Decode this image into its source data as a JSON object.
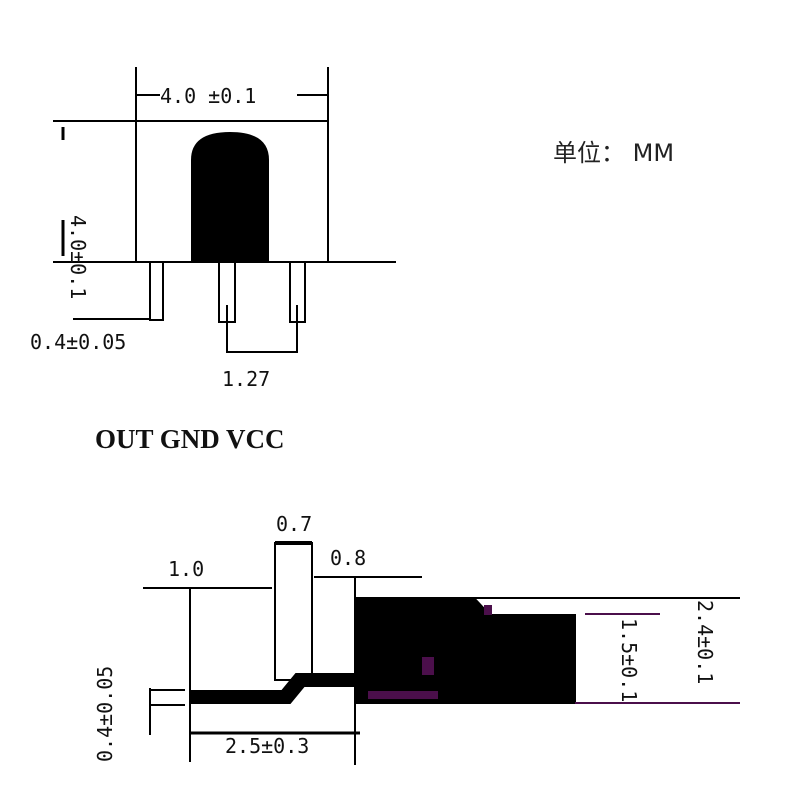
{
  "unit_label": "单位： MM",
  "top_view": {
    "width_dim": "4.0 ±0.1",
    "height_dim": "4.0±0.1",
    "pin_width_dim": "0.4±0.05",
    "pin_pitch_dim": "1.27",
    "pin_labels": "OUT GND VCC"
  },
  "side_view": {
    "dim_1_0": "1.0",
    "dim_0_7": "0.7",
    "dim_0_8": "0.8",
    "lead_thickness_dim": "0.4±0.05",
    "lead_length_dim": "2.5±0.3",
    "lens_height_dim": "1.5±0.1",
    "body_height_dim": "2.4±0.1"
  },
  "colors": {
    "ink": "#000000",
    "accent": "#4b0f4b"
  }
}
